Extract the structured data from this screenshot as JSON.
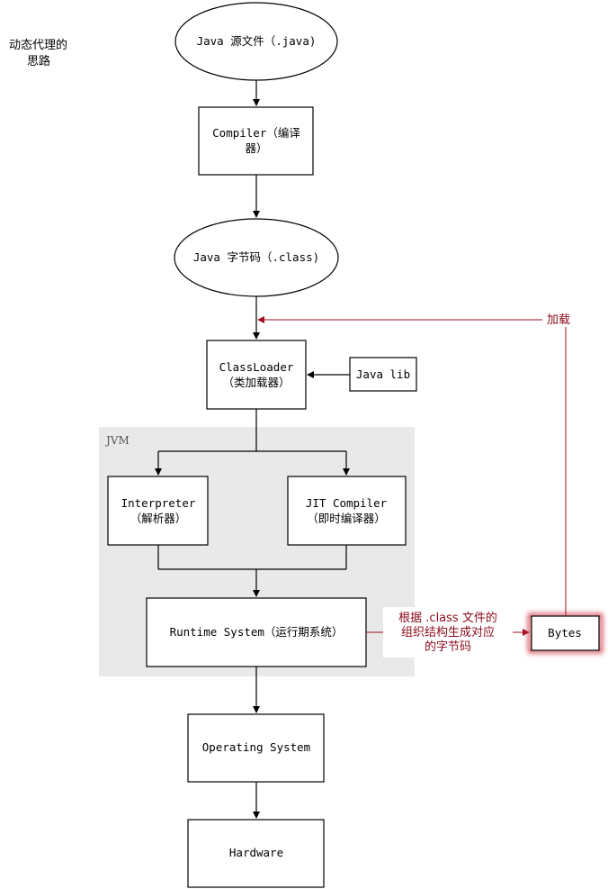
{
  "colors": {
    "line": "#000000",
    "accent_red": "#a01020",
    "jvm_bg": "#e9e9e9"
  },
  "note": {
    "line1": "动态代理的",
    "line2": "思路"
  },
  "nodes": {
    "java_source": {
      "label": "Java 源文件（.java)"
    },
    "compiler": {
      "line1": "Compiler（编译",
      "line2": "器）"
    },
    "bytecode": {
      "label": "Java 字节码（.class)"
    },
    "classloader": {
      "line1": "ClassLoader",
      "line2": "（类加载器）"
    },
    "java_lib": {
      "label": "Java lib"
    },
    "jvm": {
      "label": "JVM"
    },
    "interpreter": {
      "line1": "Interpreter",
      "line2": "（解析器）"
    },
    "jit": {
      "line1": "JIT Compiler",
      "line2": "（即时编译器）"
    },
    "runtime": {
      "label": "Runtime System（运行期系统）"
    },
    "os": {
      "label": "Operating System"
    },
    "hardware": {
      "label": "Hardware"
    },
    "bytes": {
      "label": "Bytes"
    }
  },
  "annotations": {
    "load": "加载",
    "generate_line1": "根据 .class 文件的",
    "generate_line2": "组织结构生成对应",
    "generate_line3": "的字节码"
  }
}
